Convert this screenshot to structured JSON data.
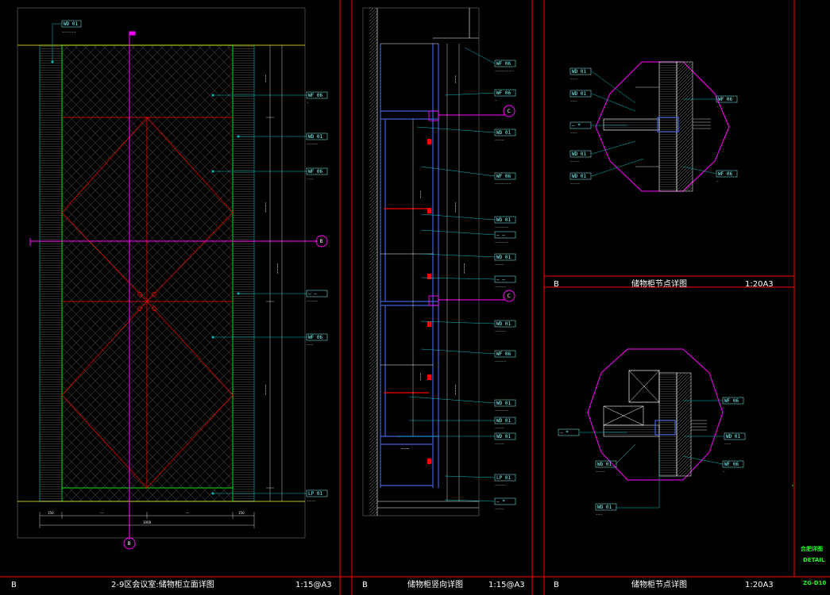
{
  "panels": {
    "elevation": {
      "letter": "B",
      "title": "2-9区会议室:储物柜立面详图",
      "scale": "1:15@A3",
      "section_mark": "B",
      "bottom_mark": "B"
    },
    "section": {
      "letter": "B",
      "title": "储物柜竖向详图",
      "scale": "1:15@A3",
      "mark_top": "C",
      "mark_bottom": "C"
    },
    "node_top": {
      "letter": "B",
      "title": "储物柜节点详图",
      "scale": "1:20A3"
    },
    "node_bottom": {
      "letter": "B",
      "title": "储物柜节点详图",
      "scale": "1:20A3"
    }
  },
  "tags": {
    "wd01": "WD 01",
    "wf06": "WF 06",
    "lp01": "LP 01",
    "blank": "—  —",
    "star": "—  *"
  },
  "dimensions": {
    "bottom": [
      "150",
      "---",
      "---",
      "150"
    ],
    "bottom_total": "1000"
  },
  "stamp": {
    "line1": "合肥详图",
    "line2": "DETAIL",
    "line3": "ZG-D10"
  },
  "colors": {
    "frame": "#ff0000",
    "leader": "#00bfbf",
    "tag": "#7fffff",
    "marker": "#ff00ff",
    "panel_edge": "#00ff00",
    "trim": "#ffff00",
    "cabinet": "#3f5fd7",
    "stamp": "#19ff19"
  }
}
